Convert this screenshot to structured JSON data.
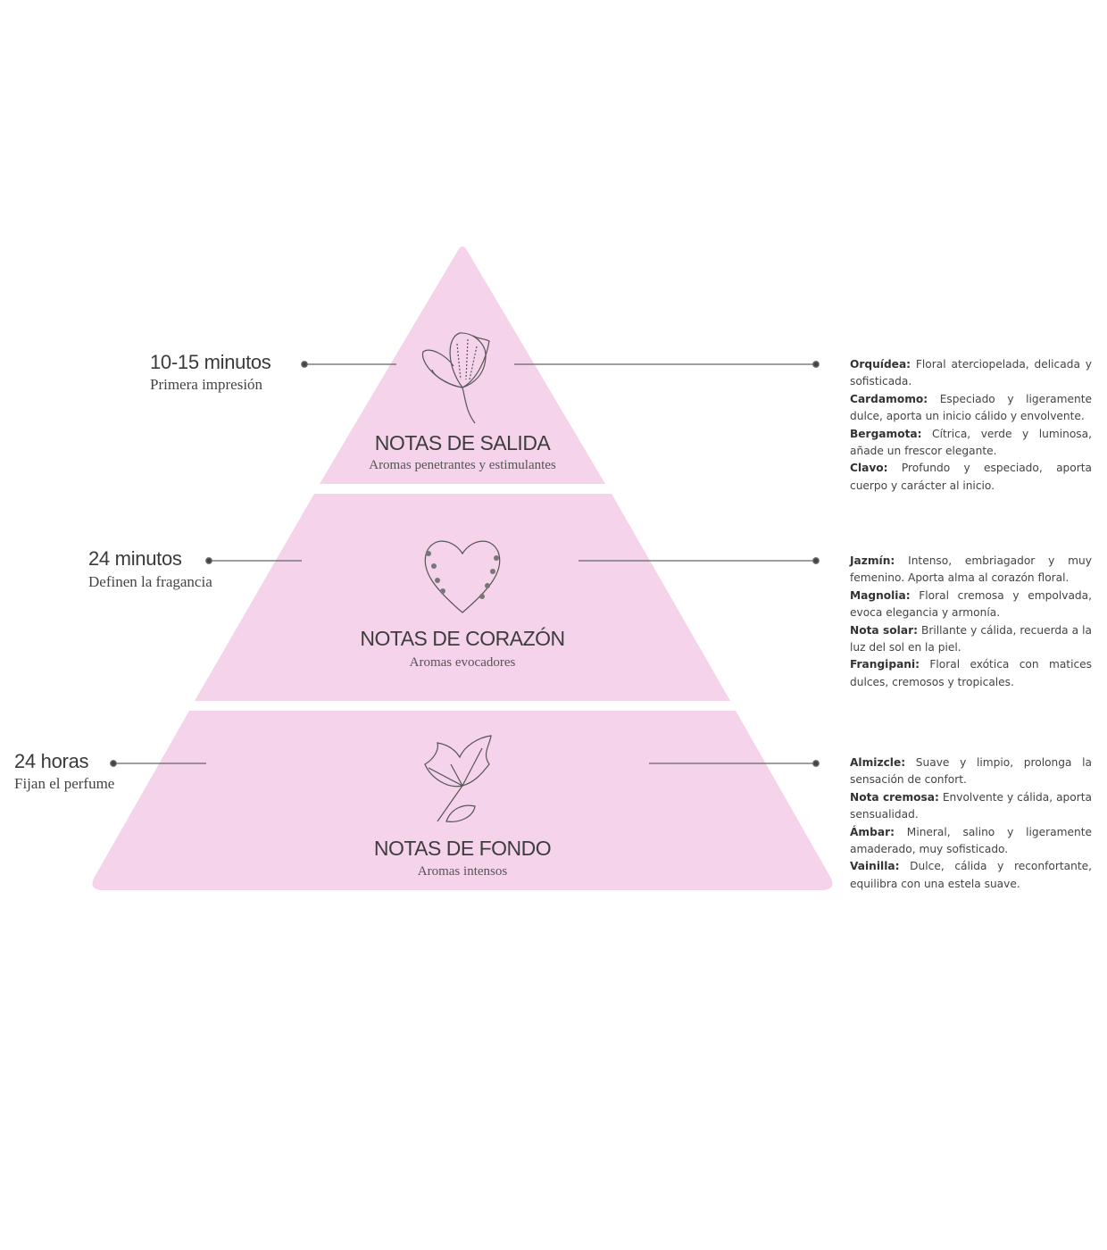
{
  "colors": {
    "tier_fill": "#f5d3ea",
    "line": "#555555",
    "text": "#3a3a3a"
  },
  "tiers": [
    {
      "title": "NOTAS DE SALIDA",
      "subtitle": "Aromas penetrantes y estimulantes",
      "icon": "flower-icon",
      "time": "10-15 minutos",
      "time_sub": "Primera impresión",
      "notes": [
        {
          "name": "Orquídea:",
          "text": " Floral aterciopelada, delicada y sofisticada."
        },
        {
          "name": "Cardamomo:",
          "text": " Especiado y ligeramente dulce, aporta un inicio cálido y envolvente."
        },
        {
          "name": "Bergamota:",
          "text": " Cítrica, verde y luminosa, añade un frescor elegante."
        },
        {
          "name": "Clavo:",
          "text": " Profundo y especiado, aporta cuerpo y carácter al inicio."
        }
      ]
    },
    {
      "title": "NOTAS DE CORAZÓN",
      "subtitle": "Aromas evocadores",
      "icon": "floral-heart-icon",
      "time": "24 minutos",
      "time_sub": "Definen la fragancia",
      "notes": [
        {
          "name": "Jazmín:",
          "text": " Intenso, embriagador y muy femenino. Aporta alma al corazón floral."
        },
        {
          "name": "Magnolia:",
          "text": " Floral cremosa y empolvada, evoca elegancia y armonía."
        },
        {
          "name": "Nota solar:",
          "text": " Brillante y cálida, recuerda a la luz del sol en la piel."
        },
        {
          "name": "Frangipani:",
          "text": " Floral exótica con matices dulces, cremosos y tropicales."
        }
      ]
    },
    {
      "title": "NOTAS DE FONDO",
      "subtitle": "Aromas intensos",
      "icon": "leaf-icon",
      "time": "24 horas",
      "time_sub": "Fijan el perfume",
      "notes": [
        {
          "name": "Almizcle:",
          "text": " Suave y limpio, prolonga la sensación de confort."
        },
        {
          "name": "Nota cremosa:",
          "text": " Envolvente y cálida, aporta sensualidad."
        },
        {
          "name": "Ámbar:",
          "text": " Mineral, salino y ligeramente amaderado, muy sofisticado."
        },
        {
          "name": "Vainilla:",
          "text": " Dulce, cálida y reconfortante, equilibra con una estela suave."
        }
      ]
    }
  ]
}
